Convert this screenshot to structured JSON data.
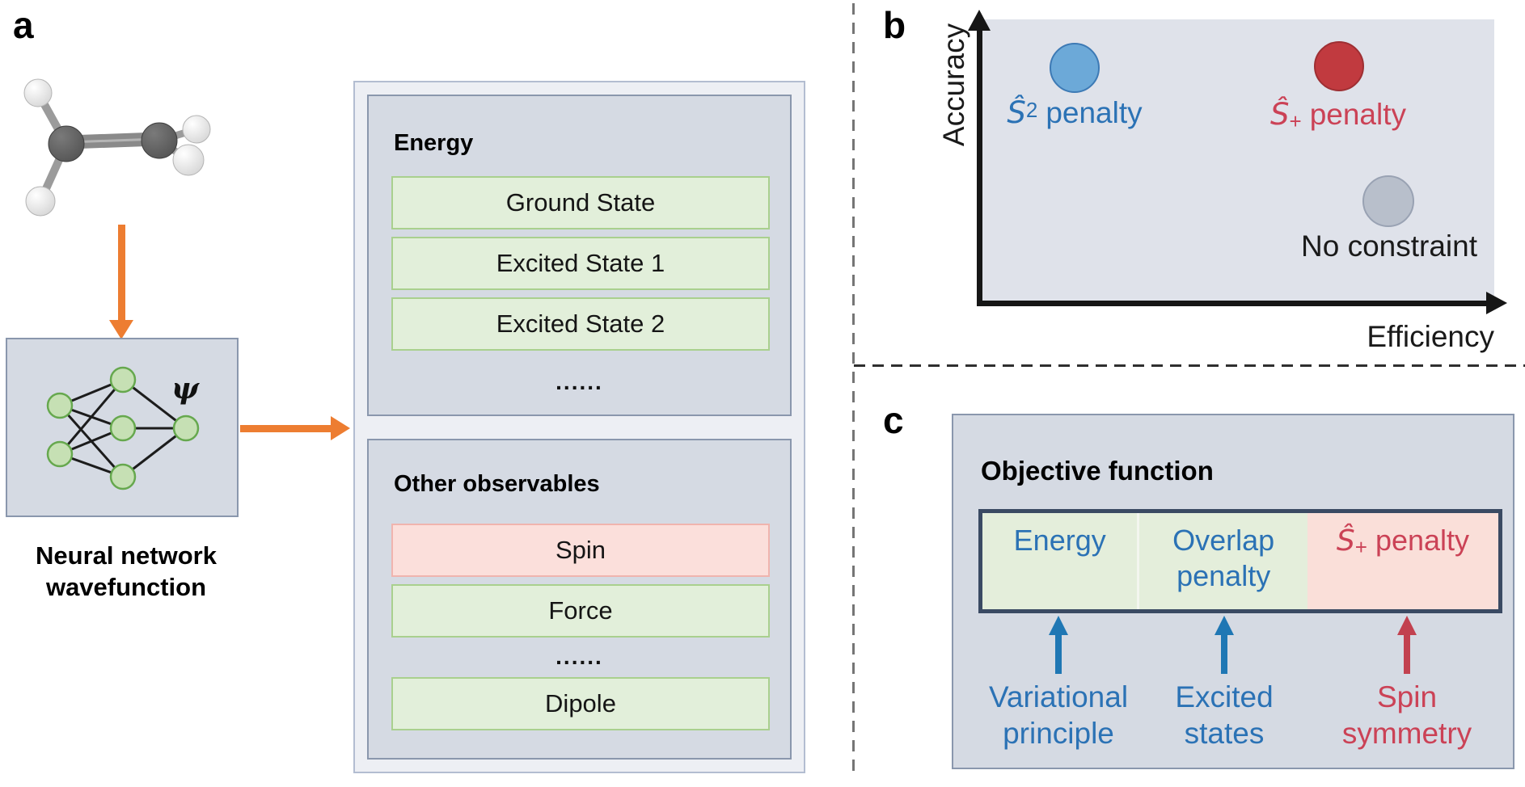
{
  "figure": {
    "panel_a": {
      "label": "a",
      "molecule": "ethylene-ball-and-stick-model",
      "psi": "ψ",
      "caption": "Neural network\nwavefunction",
      "energy": {
        "title": "Energy",
        "rows": [
          "Ground State",
          "Excited State 1",
          "Excited State 2"
        ],
        "ellipsis": "......"
      },
      "observables": {
        "title": "Other observables",
        "rows": [
          "Spin",
          "Force",
          "Dipole"
        ],
        "ellipsis": "......"
      }
    },
    "panel_b": {
      "label": "b",
      "y_axis": "Accuracy",
      "x_axis": "Efficiency",
      "points": [
        {
          "name": "s2-penalty",
          "s": "Ŝ",
          "sup": "2",
          "rest": "penalty",
          "fill": "#6ca9d8",
          "x": 0.18,
          "y": 0.83
        },
        {
          "name": "splus-penalty",
          "s": "Ŝ",
          "sub": "+",
          "rest": "penalty",
          "fill": "#c13a3f",
          "x": 0.7,
          "y": 0.83
        },
        {
          "name": "no-constraint",
          "label": "No constraint",
          "fill": "#b8bfcb",
          "x": 0.79,
          "y": 0.35
        }
      ]
    },
    "panel_c": {
      "label": "c",
      "title": "Objective function",
      "cells": [
        {
          "label": "Energy"
        },
        {
          "label": "Overlap\npenalty"
        },
        {
          "s": "Ŝ",
          "sub": "+",
          "rest": "penalty"
        }
      ],
      "annotations": [
        "Variational\nprinciple",
        "Excited\nstates",
        "Spin\nsymmetry"
      ]
    },
    "colors": {
      "accent_orange": "#ed7d31",
      "box_fill": "#d5dae3",
      "box_border": "#8a97ad",
      "outer_fill": "#edeff4",
      "green_fill": "#e2efda",
      "green_border": "#a9d08e",
      "pink_fill": "#fbdfdb",
      "node_fill": "#c6e0b4",
      "node_border": "#66a84e",
      "text_blue": "#2b72b5",
      "text_red": "#cb4256",
      "bar_border_navy": "#3a4a63",
      "point_blue": "#6ca9d8",
      "point_red": "#c13a3f",
      "point_gray": "#b8bfcb"
    }
  }
}
